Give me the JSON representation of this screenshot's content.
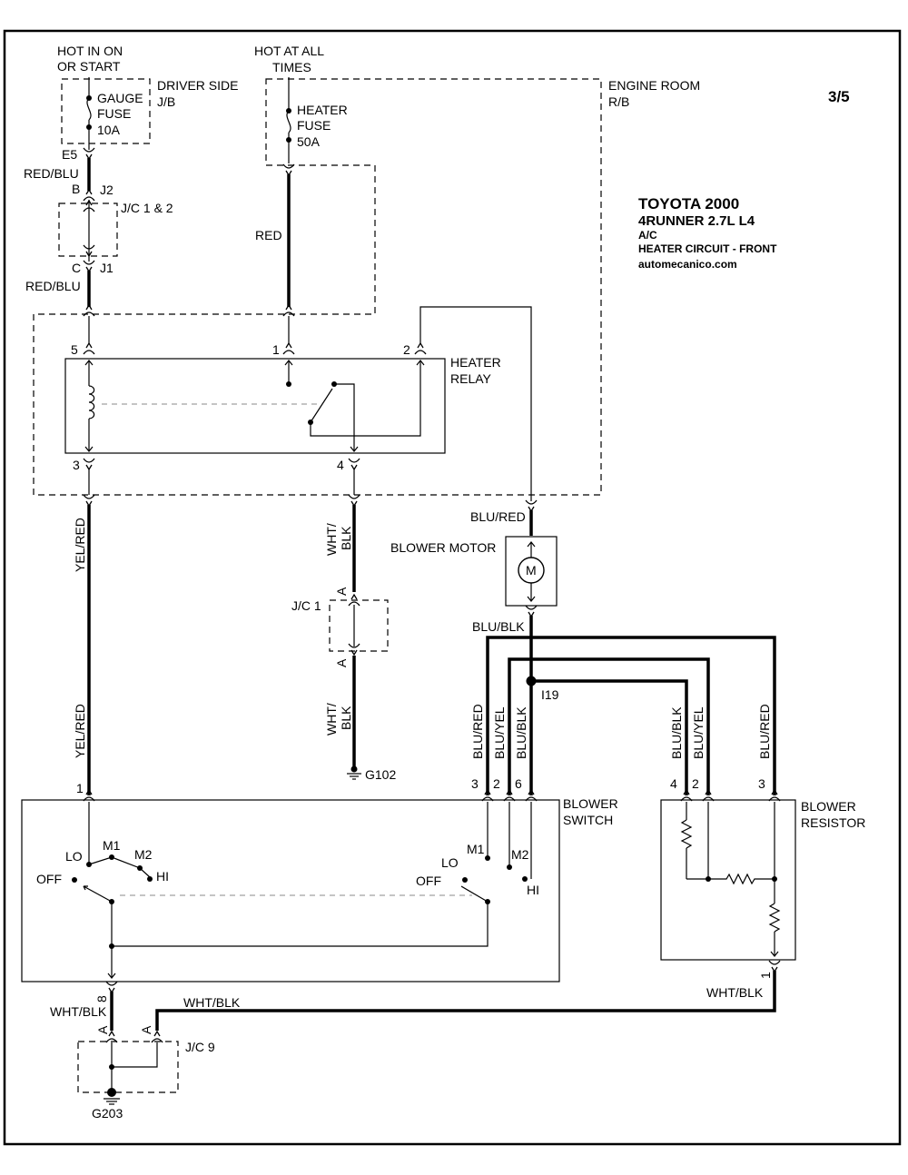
{
  "page_number": "3/5",
  "title": {
    "make_year": "TOYOTA 2000",
    "model": "4RUNNER   2.7L  L4",
    "system": "A/C",
    "circuit": "HEATER CIRCUIT - FRONT",
    "website": "automecanico.com"
  },
  "power": {
    "hot_on_start": [
      "HOT IN ON",
      "OR START"
    ],
    "hot_all_times": [
      "HOT AT ALL",
      "TIMES"
    ]
  },
  "boxes": {
    "driver_jb": [
      "DRIVER SIDE",
      "J/B"
    ],
    "engine_rb": [
      "ENGINE ROOM",
      "R/B"
    ],
    "jc12": "J/C 1 & 2",
    "jc1": "J/C 1",
    "jc9": "J/C 9"
  },
  "fuses": {
    "gauge": [
      "GAUGE",
      "FUSE",
      "10A"
    ],
    "heater": [
      "HEATER",
      "FUSE",
      "50A"
    ]
  },
  "relay": {
    "name": [
      "HEATER",
      "RELAY"
    ],
    "pins": [
      "5",
      "1",
      "2",
      "3",
      "4"
    ]
  },
  "connectors": {
    "e5": "E5",
    "b": "B",
    "j2": "J2",
    "c": "C",
    "j1": "J1",
    "a": "A",
    "i19": "I19",
    "pin8": "8",
    "pin1": "1",
    "pin3": "3",
    "pin2": "2",
    "pin6": "6",
    "pin4": "4"
  },
  "wires": {
    "red_blu": "RED/BLU",
    "red": "RED",
    "yel_red": "YEL/RED",
    "wht_blk": [
      "WHT/",
      "BLK"
    ],
    "wht_blk_h": "WHT/BLK",
    "blu_red": "BLU/RED",
    "blu_blk": "BLU/BLK",
    "blu_yel": "BLU/YEL"
  },
  "components": {
    "blower_motor": "BLOWER MOTOR",
    "motor_symbol": "M",
    "blower_switch": [
      "BLOWER",
      "SWITCH"
    ],
    "blower_resistor": [
      "BLOWER",
      "RESISTOR"
    ]
  },
  "switch_positions": {
    "lo": "LO",
    "m1": "M1",
    "m2": "M2",
    "hi": "HI",
    "off": "OFF"
  },
  "grounds": {
    "g102": "G102",
    "g203": "G203"
  },
  "icons": [
    "fuse-icon",
    "relay-coil-icon",
    "relay-switch-icon",
    "motor-icon",
    "resistor-icon",
    "ground-icon",
    "connector-icon",
    "splice-dot-icon"
  ]
}
